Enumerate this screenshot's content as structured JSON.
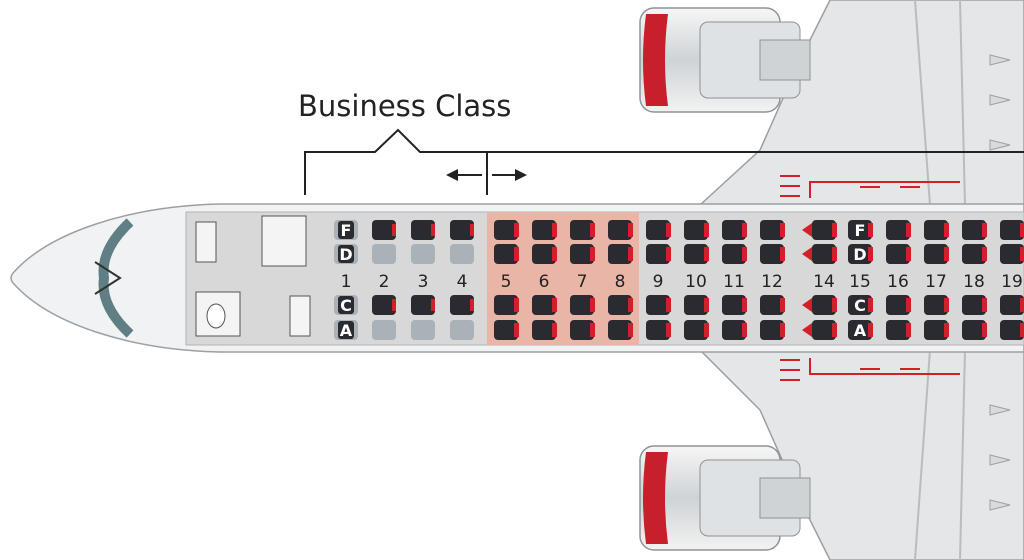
{
  "cabin_label": "Business Class",
  "rows": [
    "1",
    "2",
    "3",
    "4",
    "5",
    "6",
    "7",
    "8",
    "9",
    "10",
    "11",
    "12",
    "14",
    "15",
    "16",
    "17",
    "18",
    "19"
  ],
  "seat_letters": {
    "row1": {
      "upper": [
        "F",
        "D"
      ],
      "lower": [
        "C",
        "A"
      ]
    },
    "row15": {
      "upper": [
        "F",
        "D"
      ],
      "lower": [
        "C",
        "A"
      ]
    }
  },
  "row_types": {
    "business_single_upper": [
      "1"
    ],
    "business_pair": [
      "2",
      "3",
      "4"
    ],
    "economy_extra": [
      "5",
      "6",
      "7",
      "8"
    ],
    "economy": [
      "9",
      "10",
      "11",
      "12",
      "14",
      "15",
      "16",
      "17",
      "18",
      "19"
    ]
  },
  "exit_row": "14",
  "colors": {
    "fuselage": "#f1f2f3",
    "cabin_floor": "#d8d8d8",
    "highlight_zone": "#e8b5a6",
    "seat_dark": "#2a2b30",
    "seat_light": "#a9b2b6",
    "accent_red": "#d31f2a",
    "window_teal": "#5f7f84",
    "engine_red": "#c8202b",
    "wing": "#e4e6e8"
  }
}
